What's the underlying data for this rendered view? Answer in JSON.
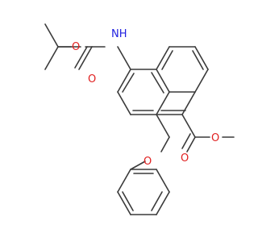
{
  "structure": {
    "atom_labels": [
      {
        "id": "nh",
        "text": "NH",
        "color": "#1f1fe0"
      },
      {
        "id": "o-carbamate-ether",
        "text": "O",
        "color": "#e01f1f"
      },
      {
        "id": "o-carbamate-carbonyl",
        "text": "O",
        "color": "#e01f1f"
      },
      {
        "id": "o-benzyl-ether",
        "text": "O",
        "color": "#e01f1f"
      },
      {
        "id": "o-ester-carbonyl",
        "text": "O",
        "color": "#e01f1f"
      },
      {
        "id": "o-ester-ether",
        "text": "O",
        "color": "#e01f1f"
      }
    ],
    "bond_color": "#3a3a3a"
  }
}
